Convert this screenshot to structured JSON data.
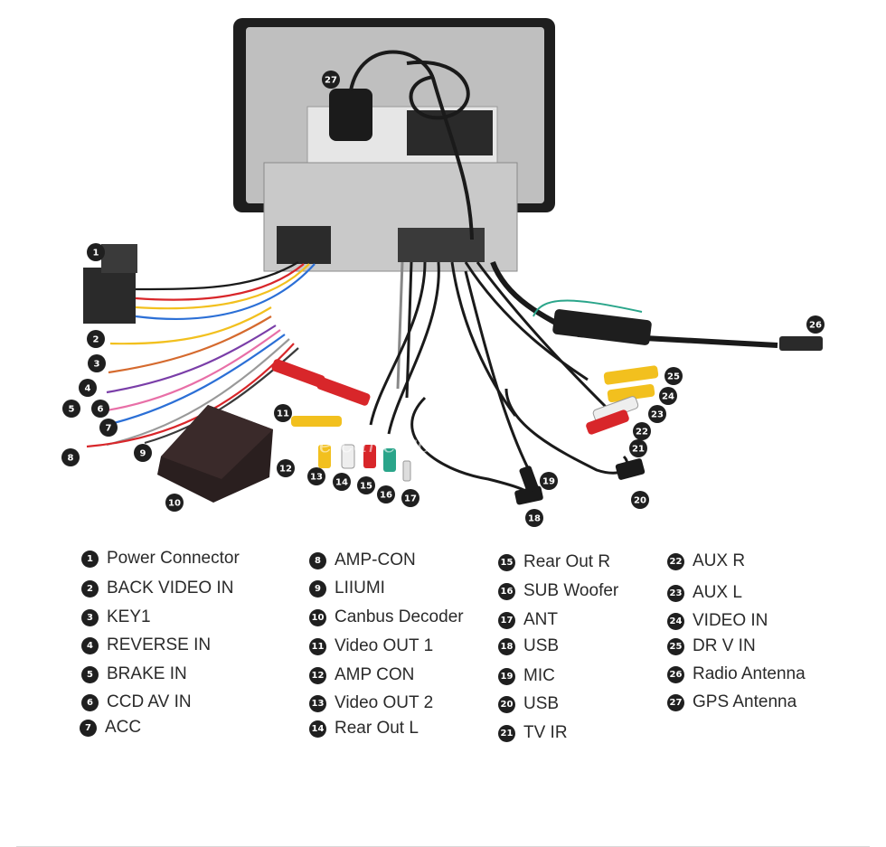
{
  "watermark": "Seicane.com",
  "legend": [
    {
      "num": "1",
      "label": "Power Connector"
    },
    {
      "num": "2",
      "label": "BACK VIDEO IN"
    },
    {
      "num": "3",
      "label": "KEY1"
    },
    {
      "num": "4",
      "label": "REVERSE IN"
    },
    {
      "num": "5",
      "label": "BRAKE IN"
    },
    {
      "num": "6",
      "label": "CCD AV IN"
    },
    {
      "num": "7",
      "label": "ACC"
    },
    {
      "num": "8",
      "label": "AMP-CON"
    },
    {
      "num": "9",
      "label": "LIIUMI"
    },
    {
      "num": "10",
      "label": "Canbus Decoder"
    },
    {
      "num": "11",
      "label": "Video OUT 1"
    },
    {
      "num": "12",
      "label": "AMP CON"
    },
    {
      "num": "13",
      "label": "Video OUT 2"
    },
    {
      "num": "14",
      "label": "Rear Out L"
    },
    {
      "num": "15",
      "label": "Rear Out R"
    },
    {
      "num": "16",
      "label": "SUB Woofer"
    },
    {
      "num": "17",
      "label": "ANT"
    },
    {
      "num": "18",
      "label": "USB"
    },
    {
      "num": "19",
      "label": "MIC"
    },
    {
      "num": "20",
      "label": "USB"
    },
    {
      "num": "21",
      "label": "TV IR"
    },
    {
      "num": "22",
      "label": "AUX R"
    },
    {
      "num": "23",
      "label": "AUX L"
    },
    {
      "num": "24",
      "label": "VIDEO IN"
    },
    {
      "num": "25",
      "label": "DR V IN"
    },
    {
      "num": "26",
      "label": "Radio Antenna"
    },
    {
      "num": "27",
      "label": "GPS Antenna"
    }
  ],
  "colors": {
    "badge": "#1f1f1f",
    "label_text": "#2a2a2a",
    "rca_red": "#d8262a",
    "rca_yellow": "#f2c01e",
    "rca_white": "#eeeeee",
    "rca_green": "#2aa58a",
    "chassis": "#c9c9c9",
    "cable_black": "#1a1a1a"
  }
}
